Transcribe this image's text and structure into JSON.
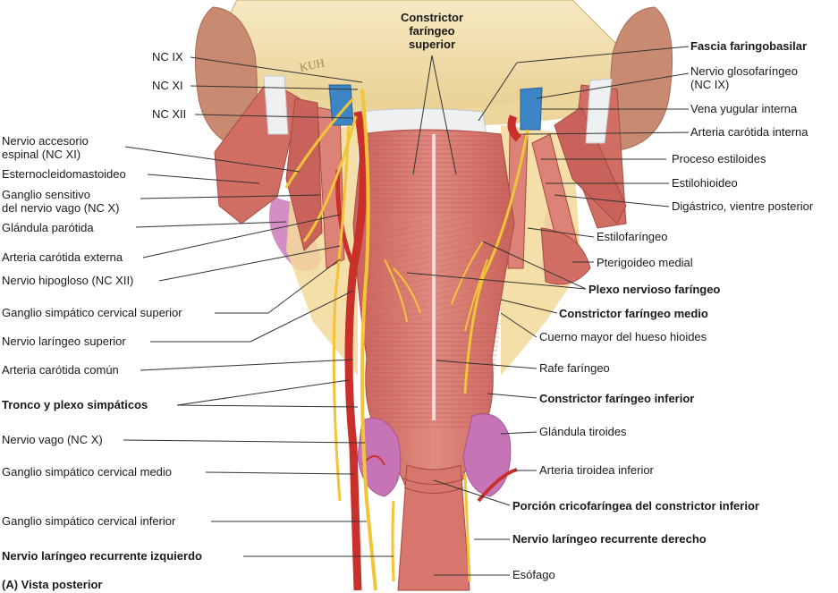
{
  "labels": {
    "top_center": "Constrictor\nfaríngeo\nsuperior",
    "nc_ix": "NC IX",
    "nc_xi": "NC XI",
    "nc_xii": "NC XII",
    "accesorio": "Nervio accesorio\nespinal (NC XI)",
    "esterno": "Esternocleidomastoideo",
    "ganglio_sens": "Ganglio sensitivo\ndel nervio vago (NC X)",
    "parotida": "Glándula parótida",
    "carotida_ext": "Arteria carótida externa",
    "hipogloso": "Nervio hipogloso (NC XII)",
    "gang_sup": "Ganglio simpático cervical superior",
    "laringeo_sup": "Nervio laríngeo superior",
    "carotida_comun": "Arteria carótida común",
    "tronco": "Tronco y plexo simpáticos",
    "vago": "Nervio vago (NC X)",
    "gang_medio": "Ganglio simpático cervical medio",
    "gang_inf": "Ganglio simpático cervical inferior",
    "recurrente_izq": "Nervio laríngeo recurrente izquierdo",
    "vista": "(A) Vista posterior",
    "fascia": "Fascia faringobasilar",
    "glosofaringeo": "Nervio glosofaríngeo\n(NC IX)",
    "yugular": "Vena yugular interna",
    "carotida_int": "Arteria carótida interna",
    "estiloides": "Proceso estiloides",
    "estilohioideo": "Estilohioideo",
    "digastrico": "Digástrico, vientre posterior",
    "estilofaringeo": "Estilofaríngeo",
    "pterigoideo": "Pterigoideo medial",
    "plexo": "Plexo nervioso faríngeo",
    "constrictor_medio": "Constrictor faríngeo medio",
    "cuerno": "Cuerno mayor del hueso hioides",
    "rafe": "Rafe faríngeo",
    "constrictor_inf": "Constrictor faríngeo inferior",
    "tiroides": "Glándula tiroides",
    "tiroidea_inf": "Arteria tiroidea inferior",
    "cricofaringea": "Porción cricofaríngea del constrictor inferior",
    "recurrente_der": "Nervio laríngeo recurrente derecho",
    "esofago": "Esófago",
    "skull_mark": "KUH"
  },
  "colors": {
    "muscle": "#d9786e",
    "muscle_dark": "#b8524a",
    "muscle_light": "#eaa096",
    "bone": "#f3e2b0",
    "bone_dark": "#e2c98a",
    "nerve": "#f2c438",
    "artery": "#c9302c",
    "vein": "#3d86c6",
    "gland": "#d38fc4",
    "ear": "#c98a72",
    "tendon": "#eef0f2",
    "leader": "#333333"
  }
}
